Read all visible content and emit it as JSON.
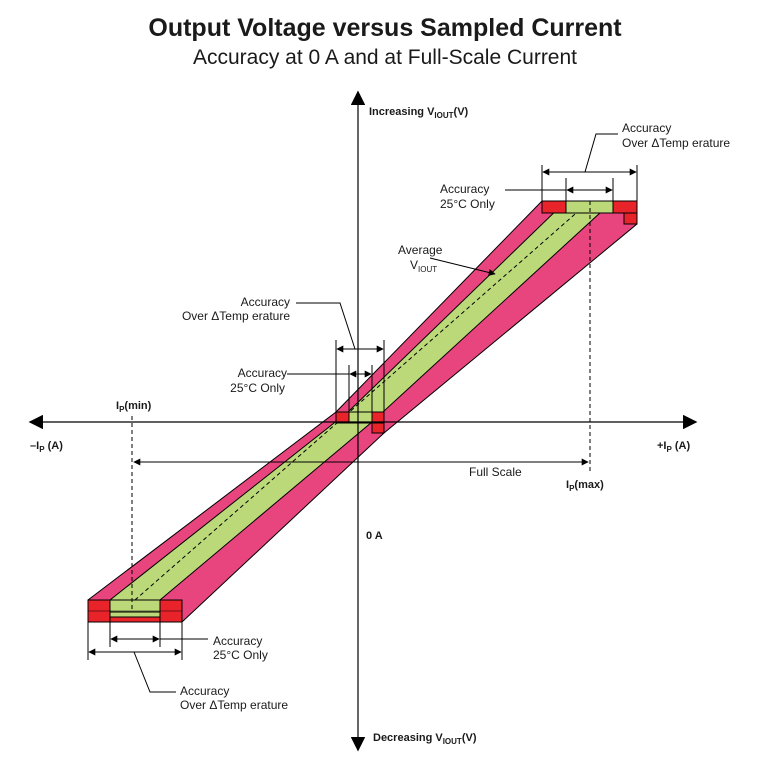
{
  "header": {
    "title": "Output Voltage versus Sampled Current",
    "subtitle": "Accuracy at 0 A and at Full-Scale Current"
  },
  "axes": {
    "y_top": {
      "prefix": "Increasing V",
      "sub": "IOUT",
      "suffix": "(V)"
    },
    "y_bottom": {
      "prefix": "Decreasing V",
      "sub": "IOUT",
      "suffix": "(V)"
    },
    "x_left": {
      "prefix": "–I",
      "sub": "P",
      "suffix": " (A)"
    },
    "x_right": {
      "prefix": "+I",
      "sub": "P",
      "suffix": " (A)"
    },
    "origin_label": "0 A"
  },
  "markers": {
    "ip_min": {
      "prefix": "I",
      "sub": "P",
      "suffix": "(min)"
    },
    "ip_max": {
      "prefix": "I",
      "sub": "P",
      "suffix": "(max)"
    },
    "full_scale": "Full Scale"
  },
  "annotations": {
    "top_temp": {
      "line1": "Accuracy",
      "line2": "Over ΔTemp erature"
    },
    "top_25c": {
      "line1": "Accuracy",
      "line2": "25°C Only"
    },
    "average": {
      "line1": "Average",
      "line2_prefix": "V",
      "line2_sub": "IOUT"
    },
    "mid_temp": {
      "line1": "Accuracy",
      "line2": "Over ΔTemp erature"
    },
    "mid_25c": {
      "line1": "Accuracy",
      "line2": "25°C Only"
    },
    "bottom_25c": {
      "line1": "Accuracy",
      "line2": "25°C Only"
    },
    "bottom_temp": {
      "line1": "Accuracy",
      "line2": "Over ΔTemp erature"
    }
  },
  "colors": {
    "temperature_band": "#e8457f",
    "room_temp_band": "#bcd97a",
    "error_box": "#e8242a",
    "line": "#000000"
  }
}
